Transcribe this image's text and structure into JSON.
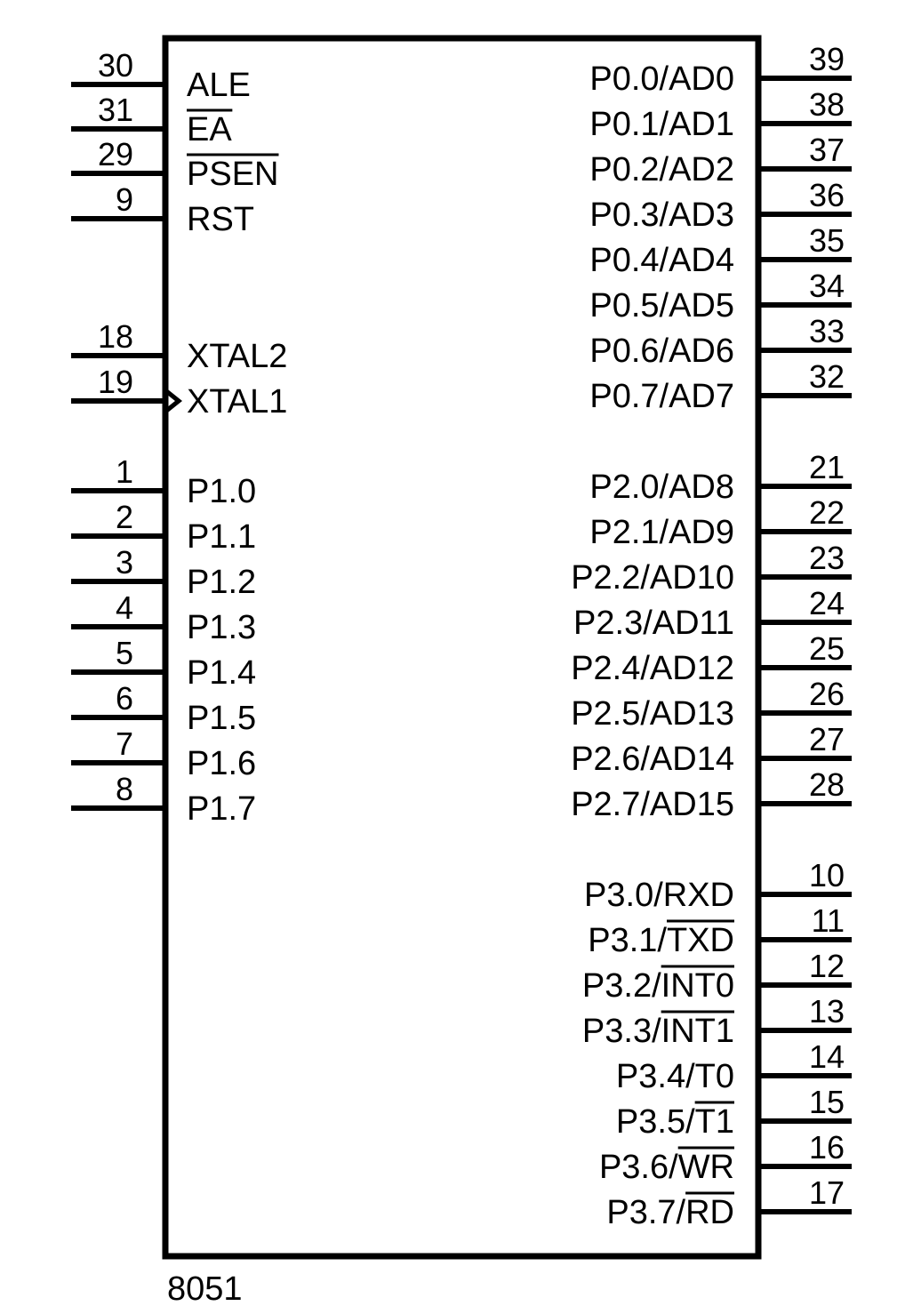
{
  "chip": {
    "part_label": "8051",
    "stroke_color": "#000000",
    "background_color": "#ffffff"
  },
  "left_pins": [
    {
      "number": "30",
      "prefix": "",
      "overbar": "",
      "label": "ALE"
    },
    {
      "number": "31",
      "prefix": "",
      "overbar": "EA",
      "label": ""
    },
    {
      "number": "29",
      "prefix": "",
      "overbar": "PSEN",
      "label": ""
    },
    {
      "number": "9",
      "prefix": "",
      "overbar": "",
      "label": "RST"
    },
    {
      "number": "18",
      "prefix": "",
      "overbar": "",
      "label": "XTAL2"
    },
    {
      "number": "19",
      "prefix": "",
      "overbar": "",
      "label": "XTAL1",
      "clock": true
    },
    {
      "number": "1",
      "prefix": "",
      "overbar": "",
      "label": "P1.0"
    },
    {
      "number": "2",
      "prefix": "",
      "overbar": "",
      "label": "P1.1"
    },
    {
      "number": "3",
      "prefix": "",
      "overbar": "",
      "label": "P1.2"
    },
    {
      "number": "4",
      "prefix": "",
      "overbar": "",
      "label": "P1.3"
    },
    {
      "number": "5",
      "prefix": "",
      "overbar": "",
      "label": "P1.4"
    },
    {
      "number": "6",
      "prefix": "",
      "overbar": "",
      "label": "P1.5"
    },
    {
      "number": "7",
      "prefix": "",
      "overbar": "",
      "label": "P1.6"
    },
    {
      "number": "8",
      "prefix": "",
      "overbar": "",
      "label": "P1.7"
    }
  ],
  "right_pins": [
    {
      "number": "39",
      "prefix": "P0.0/AD0",
      "overbar": ""
    },
    {
      "number": "38",
      "prefix": "P0.1/AD1",
      "overbar": ""
    },
    {
      "number": "37",
      "prefix": "P0.2/AD2",
      "overbar": ""
    },
    {
      "number": "36",
      "prefix": "P0.3/AD3",
      "overbar": ""
    },
    {
      "number": "35",
      "prefix": "P0.4/AD4",
      "overbar": ""
    },
    {
      "number": "34",
      "prefix": "P0.5/AD5",
      "overbar": ""
    },
    {
      "number": "33",
      "prefix": "P0.6/AD6",
      "overbar": ""
    },
    {
      "number": "32",
      "prefix": "P0.7/AD7",
      "overbar": ""
    },
    {
      "number": "21",
      "prefix": "P2.0/AD8",
      "overbar": ""
    },
    {
      "number": "22",
      "prefix": "P2.1/AD9",
      "overbar": ""
    },
    {
      "number": "23",
      "prefix": "P2.2/AD10",
      "overbar": ""
    },
    {
      "number": "24",
      "prefix": "P2.3/AD11",
      "overbar": ""
    },
    {
      "number": "25",
      "prefix": "P2.4/AD12",
      "overbar": ""
    },
    {
      "number": "26",
      "prefix": "P2.5/AD13",
      "overbar": ""
    },
    {
      "number": "27",
      "prefix": "P2.6/AD14",
      "overbar": ""
    },
    {
      "number": "28",
      "prefix": "P2.7/AD15",
      "overbar": ""
    },
    {
      "number": "10",
      "prefix": "P3.0/RXD",
      "overbar": ""
    },
    {
      "number": "11",
      "prefix": "P3.1/",
      "overbar": "TXD"
    },
    {
      "number": "12",
      "prefix": "P3.2/",
      "overbar": "INT0"
    },
    {
      "number": "13",
      "prefix": "P3.3/",
      "overbar": "INT1"
    },
    {
      "number": "14",
      "prefix": "P3.4/T0",
      "overbar": ""
    },
    {
      "number": "15",
      "prefix": "P3.5/",
      "overbar": "T1"
    },
    {
      "number": "16",
      "prefix": "P3.6/",
      "overbar": "WR"
    },
    {
      "number": "17",
      "prefix": "P3.7/",
      "overbar": "RD"
    }
  ]
}
